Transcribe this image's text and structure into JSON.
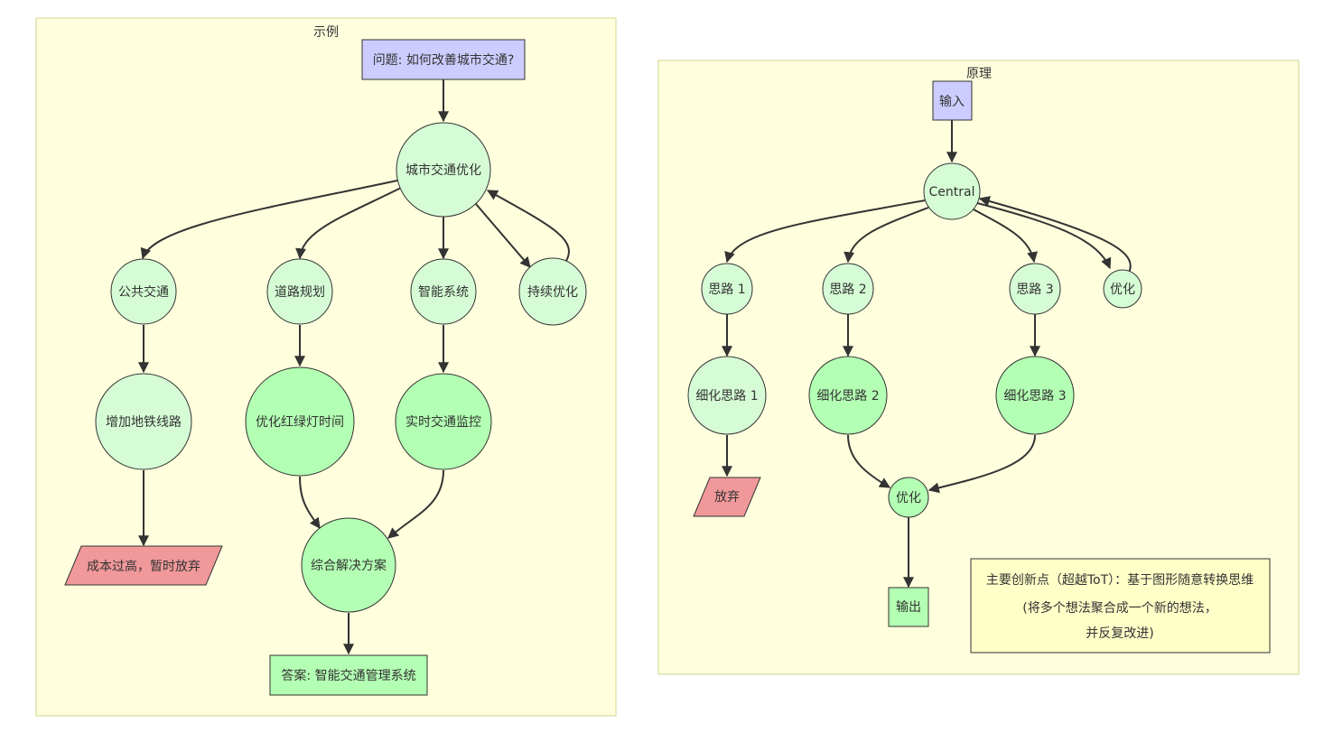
{
  "colors": {
    "cluster_fill": "#ffffde",
    "cluster_stroke": "#cfd68f",
    "input_fill": "#ccccff",
    "input_stroke": "#333333",
    "light_green_fill": "#d5fcd5",
    "light_green_stroke": "#333333",
    "green_fill": "#b3ffb3",
    "abandon_fill": "#f1989a",
    "note_fill": "#ffffc8",
    "edge": "#333333",
    "text": "#333333"
  },
  "example": {
    "title": "示例",
    "question": "问题: 如何改善城市交通?",
    "center": "城市交通优化",
    "branch_public": "公共交通",
    "branch_road": "道路规划",
    "branch_smart": "智能系统",
    "branch_continuous": "持续优化",
    "refine_subway": "增加地铁线路",
    "refine_lights": "优化红绿灯时间",
    "refine_monitor": "实时交通监控",
    "abandon": "成本过高，暂时放弃",
    "combined": "综合解决方案",
    "answer": "答案: 智能交通管理系统"
  },
  "principle": {
    "title": "原理",
    "input": "输入",
    "central": "Central",
    "idea1": "思路 1",
    "idea2": "思路 2",
    "idea3": "思路 3",
    "optimize_loop": "优化",
    "refine1": "细化思路 1",
    "refine2": "细化思路 2",
    "refine3": "细化思路 3",
    "abandon": "放弃",
    "merge": "优化",
    "output": "输出",
    "note_line1": "主要创新点（超越ToT）：基于图形随意转换思维",
    "note_line2": "(将多个想法聚合成一个新的想法，",
    "note_line3": "并反复改进)"
  }
}
